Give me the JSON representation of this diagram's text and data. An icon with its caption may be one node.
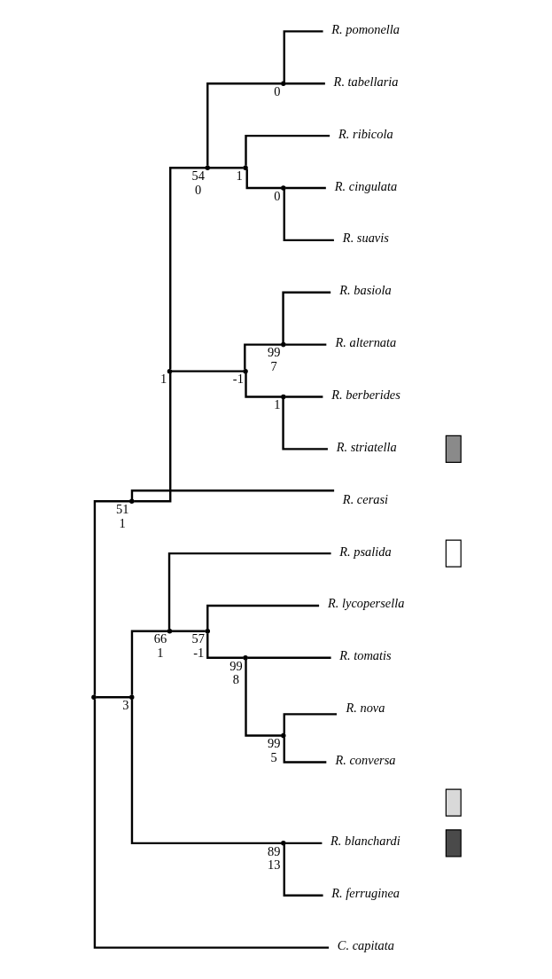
{
  "diagram": {
    "nodes": [
      {
        "text": [],
        "shape": "point"
      },
      {
        "text": [],
        "shape": "point",
        "beside": [
          "51",
          "1"
        ]
      },
      {
        "text": [],
        "shape": "point",
        "beside": [
          "1"
        ]
      },
      {
        "text": [],
        "shape": "point",
        "beside": [
          "54",
          "0"
        ]
      },
      {
        "text": [],
        "shape": "point",
        "beside": [
          "0"
        ]
      },
      {
        "text": [
          "R. pomonella"
        ]
      },
      {
        "text": [
          "R. tabellaria"
        ]
      },
      {
        "text": [],
        "shape": "point",
        "beside": [
          "1"
        ]
      },
      {
        "text": [
          "R. ribicola"
        ]
      },
      {
        "text": [],
        "shape": "point",
        "beside": [
          "0"
        ]
      },
      {
        "text": [
          "R. cingulata"
        ]
      },
      {
        "text": [
          "R. suavis"
        ]
      },
      {
        "text": [],
        "shape": "point",
        "beside": [
          "-1"
        ]
      },
      {
        "text": [],
        "shape": "point",
        "beside": [
          "99",
          "7"
        ]
      },
      {
        "text": [
          "R. basiola"
        ]
      },
      {
        "text": [
          "R. alternata"
        ]
      },
      {
        "text": [],
        "shape": "point",
        "beside": [
          "1"
        ]
      },
      {
        "text": [
          "R. berberides"
        ]
      },
      {
        "text": [
          "R. striatella"
        ]
      },
      {
        "text": [
          "R. cerasi"
        ]
      },
      {
        "text": [],
        "shape": "point",
        "beside": [
          "3"
        ]
      },
      {
        "text": [],
        "shape": "point",
        "beside": [
          "66",
          "1"
        ]
      },
      {
        "text": [
          "R. psalida"
        ]
      },
      {
        "text": [],
        "shape": "point",
        "beside": [
          "57",
          "-1"
        ]
      },
      {
        "text": [
          "R. lycopersella"
        ]
      },
      {
        "text": [],
        "shape": "point",
        "beside": [
          "99",
          "8"
        ]
      },
      {
        "text": [
          "R. tomatis"
        ]
      },
      {
        "text": [],
        "shape": "point",
        "beside": [
          "99",
          "5"
        ]
      },
      {
        "text": [
          "R. nova"
        ]
      },
      {
        "text": [
          "R. conversa"
        ]
      },
      {
        "text": [],
        "shape": "point",
        "beside": [
          "89",
          "13"
        ]
      },
      {
        "text": [
          "R. blanchardi"
        ]
      },
      {
        "text": [
          "R. ferruginea"
        ]
      },
      {
        "text": [
          "C. capitata"
        ]
      },
      {
        "text": [],
        "shape": "box"
      },
      {
        "text": [],
        "shape": "box"
      },
      {
        "text": [],
        "shape": "box"
      },
      {
        "text": [],
        "shape": "box"
      }
    ],
    "edges": [
      {
        "from": 0,
        "to": 1,
        "arrow": "none"
      },
      {
        "from": 1,
        "to": 2,
        "arrow": "none"
      },
      {
        "from": 2,
        "to": 3,
        "arrow": "none"
      },
      {
        "from": 3,
        "to": 4,
        "arrow": "none"
      },
      {
        "from": 4,
        "to": 5,
        "arrow": "none"
      },
      {
        "from": 4,
        "to": 6,
        "arrow": "none"
      },
      {
        "from": 3,
        "to": 7,
        "arrow": "none"
      },
      {
        "from": 7,
        "to": 8,
        "arrow": "none"
      },
      {
        "from": 7,
        "to": 9,
        "arrow": "none"
      },
      {
        "from": 9,
        "to": 10,
        "arrow": "none"
      },
      {
        "from": 9,
        "to": 11,
        "arrow": "none"
      },
      {
        "from": 2,
        "to": 12,
        "arrow": "none"
      },
      {
        "from": 12,
        "to": 13,
        "arrow": "none"
      },
      {
        "from": 13,
        "to": 14,
        "arrow": "none"
      },
      {
        "from": 13,
        "to": 15,
        "arrow": "none"
      },
      {
        "from": 12,
        "to": 16,
        "arrow": "none"
      },
      {
        "from": 16,
        "to": 17,
        "arrow": "none"
      },
      {
        "from": 16,
        "to": 18,
        "arrow": "none"
      },
      {
        "from": 1,
        "to": 19,
        "arrow": "none"
      },
      {
        "from": 0,
        "to": 20,
        "arrow": "none"
      },
      {
        "from": 20,
        "to": 21,
        "arrow": "none"
      },
      {
        "from": 21,
        "to": 22,
        "arrow": "none"
      },
      {
        "from": 21,
        "to": 23,
        "arrow": "none"
      },
      {
        "from": 23,
        "to": 24,
        "arrow": "none"
      },
      {
        "from": 23,
        "to": 25,
        "arrow": "none"
      },
      {
        "from": 25,
        "to": 26,
        "arrow": "none"
      },
      {
        "from": 25,
        "to": 27,
        "arrow": "none"
      },
      {
        "from": 27,
        "to": 28,
        "arrow": "none"
      },
      {
        "from": 27,
        "to": 29,
        "arrow": "none"
      },
      {
        "from": 20,
        "to": 30,
        "arrow": "none"
      },
      {
        "from": 30,
        "to": 31,
        "arrow": "none"
      },
      {
        "from": 30,
        "to": 32,
        "arrow": "none"
      },
      {
        "from": 0,
        "to": 33,
        "arrow": "none"
      }
    ]
  }
}
